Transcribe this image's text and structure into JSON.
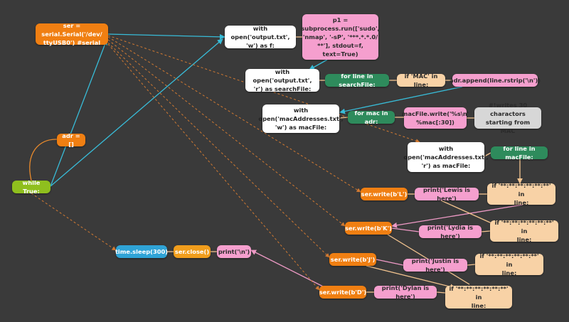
{
  "diagram": {
    "colors": {
      "background": "#3a3a3a",
      "orange": "#f07f12",
      "white": "#ffffff",
      "pink": "#f59fce",
      "green": "#2e8b5c",
      "peach": "#f8d2a6",
      "gray": "#d7d7d7",
      "lime": "#8fbf1e",
      "blue": "#2fa3d6",
      "amber": "#f09d1c",
      "edge_cyan": "#38bcd8",
      "edge_orange": "#e98a2c",
      "edge_peach": "#f3c48f",
      "edge_pink": "#ef9ac6",
      "edge_dashed": "#d27a32"
    },
    "nodes": [
      {
        "id": "serial",
        "text": "ser = serial.Serial('/dev/\nttyUSB0') #serial"
      },
      {
        "id": "open_out_w",
        "text": "with open('output.txt',\n'w') as f:"
      },
      {
        "id": "p1",
        "text": "p1 =\nsubprocess.run(['sudo',\n'nmap', '-sP', '***.*.*.0/\n**'], stdout=f,\ntext=True)"
      },
      {
        "id": "open_out_r",
        "text": "with open('output.txt',\n'r') as searchFile:"
      },
      {
        "id": "for_search",
        "text": "for line in searchFile:"
      },
      {
        "id": "if_mac",
        "text": "if 'MAC' in line:"
      },
      {
        "id": "adr_append",
        "text": "adr.append(line.rstrip('\\n'))"
      },
      {
        "id": "open_mac_w",
        "text": "with\nopen('macAddresses.txt',\n'w') as macFile:"
      },
      {
        "id": "for_mac",
        "text": "for mac in adr:"
      },
      {
        "id": "mac_write",
        "text": "macFile.write('%s\\n'\n%mac[:30])"
      },
      {
        "id": "comment",
        "text": "#!writes 30 charactors\nstarting from MAC"
      },
      {
        "id": "open_mac_r",
        "text": "with\nopen('macAddresses.txt',\n'r') as macFile:"
      },
      {
        "id": "for_macfile",
        "text": "for line in macFile:"
      },
      {
        "id": "adr_init",
        "text": "adr = []"
      },
      {
        "id": "while",
        "text": "while True:"
      },
      {
        "id": "sw_L",
        "text": "ser.write(b'L')"
      },
      {
        "id": "pr_L",
        "text": "print('Lewis is here')"
      },
      {
        "id": "if_L",
        "text": "if '**:**:**:**:**:**' in\nline:"
      },
      {
        "id": "sw_K",
        "text": "ser.write(b'K')"
      },
      {
        "id": "pr_K",
        "text": "print('Lydia is here')"
      },
      {
        "id": "if_K",
        "text": "if '**:**:**:**:**:**' in\nline:"
      },
      {
        "id": "sw_J",
        "text": "ser.write(b'J')"
      },
      {
        "id": "pr_J",
        "text": "print('Justin is here')"
      },
      {
        "id": "if_J",
        "text": "if '**:**:**:**:**:**' in\nline:"
      },
      {
        "id": "sw_D",
        "text": "ser.write(b'D')"
      },
      {
        "id": "pr_D",
        "text": "print('Dylan is here')"
      },
      {
        "id": "if_D",
        "text": "if '**:**:**:**:**:**' in\nline:"
      },
      {
        "id": "sleep",
        "text": "time.sleep(300)"
      },
      {
        "id": "close",
        "text": "ser.close()"
      },
      {
        "id": "print_nl",
        "text": "print('\\n')"
      }
    ]
  }
}
